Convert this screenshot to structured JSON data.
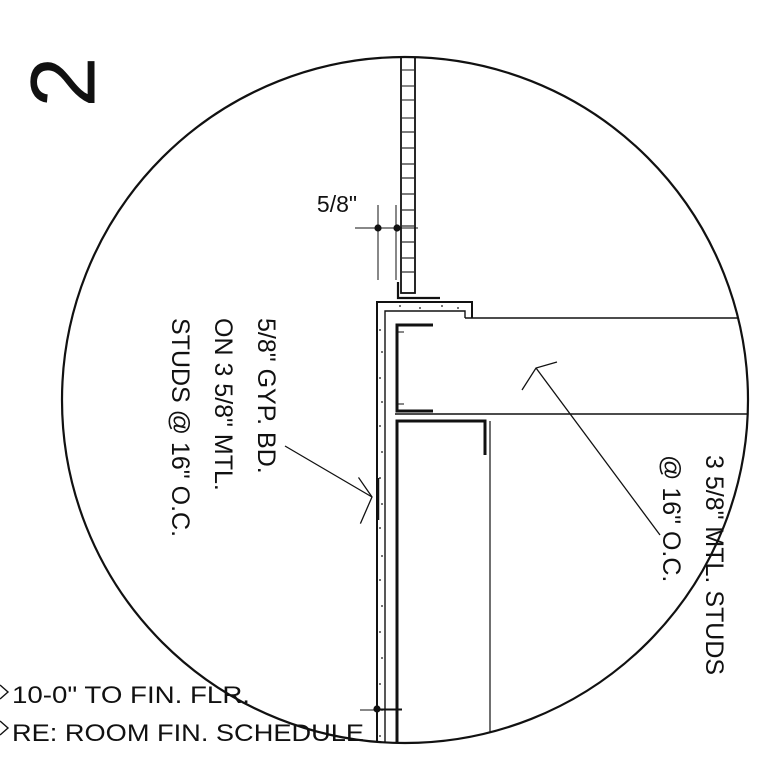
{
  "detail": {
    "number": "2"
  },
  "dimension": {
    "label": "5/8\""
  },
  "notes": {
    "gyp_line1": "5/8\" GYP. BD.",
    "gyp_line2": "ON 3 5/8\" MTL.",
    "gyp_line3": "STUDS @ 16\" O.C.",
    "studs_line1": "3 5/8\" MTL. STUDS",
    "studs_line2": "@ 16\" O.C.",
    "height_line1": "10-0\" TO FIN. FLR.",
    "height_line2": "RE: ROOM FIN. SCHEDULE"
  },
  "colors": {
    "ink": "#111111",
    "background": "#ffffff"
  }
}
